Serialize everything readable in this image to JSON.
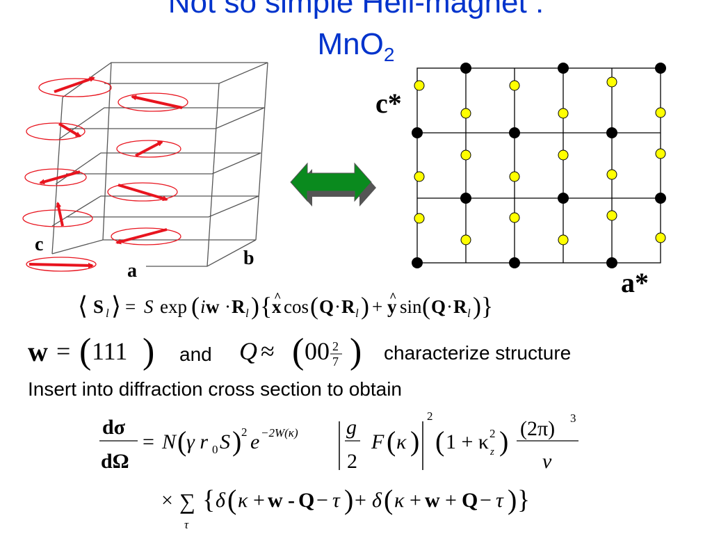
{
  "slide": {
    "title_line1": "Not so simple Heli-magnet :",
    "title_line2_main": "MnO",
    "title_line2_sub": "2"
  },
  "left_diagram": {
    "label_c": "c",
    "label_a": "a",
    "label_b": "b"
  },
  "right_diagram": {
    "label_c_star": "c*",
    "label_a_star": "a*"
  },
  "colors": {
    "title": "#0033cc",
    "spin_arrow": "#e8141e",
    "ellipse": "#e8141e",
    "double_arrow": "#0a8a1e",
    "yellow_dot": "#ffff00",
    "black_dot": "#000000"
  },
  "text": {
    "and": "and",
    "characterize": "characterize structure",
    "insert": "Insert into diffraction cross section to obtain"
  },
  "eq1": {
    "S": "S",
    "exp": "exp",
    "i": "i",
    "w": "w",
    "R": "R",
    "l": "l",
    "x": "x",
    "cos": "cos",
    "Q": "Q",
    "y": "y",
    "sin": "sin"
  },
  "eq2": {
    "w": "w",
    "eq": "=",
    "w_val": "111",
    "Q": "Q",
    "approx": "≈",
    "q_val": "00",
    "num": "2",
    "den": "7"
  },
  "eq3": {
    "num": "dσ",
    "den": "dΩ",
    "N": "N",
    "gamma_r": "γ r",
    "zero": "0",
    "S": "S",
    "sq": "2",
    "e": "e",
    "exp_text": "−2W(κ)",
    "g": "g",
    "two": "2",
    "F": "F",
    "kappa": "κ",
    "abs_sq": "2",
    "one_plus": "1 + κ",
    "z": "z",
    "kappa_sq": "2",
    "two_pi": "(2π)",
    "cube": "3",
    "v": "v"
  },
  "eq4": {
    "times": "×",
    "sum": "∑",
    "tau_sub": "τ",
    "delta": "δ",
    "kappa": "κ",
    "w": "w",
    "minus": "-",
    "Q": "Q",
    "tau": "τ"
  }
}
